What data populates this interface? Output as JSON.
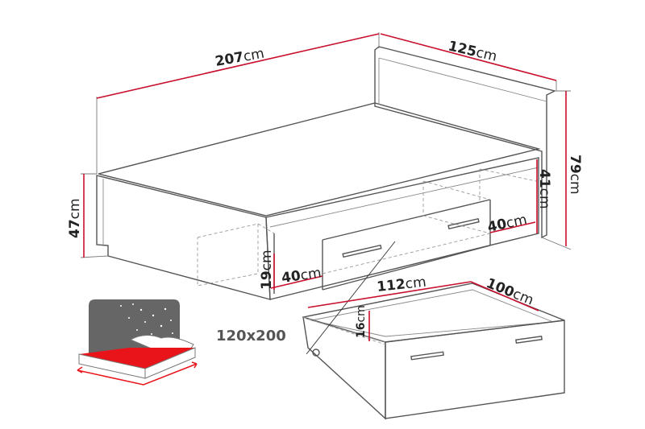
{
  "unit": "cm",
  "dimensions": {
    "length": "207",
    "width": "125",
    "headboard_height": "79",
    "footboard_height": "47",
    "side_height": "41",
    "shelf_depth_right": "40",
    "shelf_height": "19",
    "shelf_depth_left": "40",
    "drawer_length": "112",
    "drawer_depth": "100",
    "drawer_height": "16"
  },
  "mattress_size": "120x200",
  "colors": {
    "dimension_line": "#c8102e",
    "outline": "#555555",
    "icon_gray": "#666666",
    "icon_red": "#e8141a"
  },
  "icons": {
    "bed_icon": "night-bed-icon"
  }
}
